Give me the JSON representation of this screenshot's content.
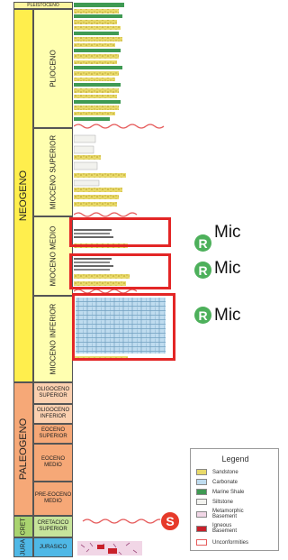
{
  "column": {
    "top_label": "PLEISTOCENO",
    "neogeno": "NEOGENO",
    "paleogeno": "PALEOGENO",
    "cret": "CRET",
    "jura": "JURA",
    "stages": {
      "plioceno": "PLIOCENO",
      "mioceno_superior": "MIOCENO SUPERIOR",
      "mioceno_medio": "MIOCENO MEDIO",
      "mioceno_inferior": "MIOCENO INFERIOR",
      "oligoceno_superior": "OLIGOCENO SUPERIOR",
      "oligoceno_inferior": "OLIGOCENO INFERIOR",
      "eoceno_superior": "EOCENO SUPERIOR",
      "eoceno_medio": "EOCENO MEDIO",
      "pre_eoceno_medio": "PRE-EOCENO MEDIO",
      "cretacico_superior": "CRETACICO SUPERIOR",
      "jurasico": "JURASICO"
    }
  },
  "reservoirs": [
    {
      "badge": "R",
      "label": "Mic"
    },
    {
      "badge": "R",
      "label": "Mic"
    },
    {
      "badge": "R",
      "label": "Mic"
    }
  ],
  "source_badge": "S",
  "legend": {
    "title": "Legend",
    "items": [
      {
        "label": "Sandstone"
      },
      {
        "label": "Carbonate"
      },
      {
        "label": "Marine Shale"
      },
      {
        "label": "Siltstone"
      },
      {
        "label": "Metamorphic Basement"
      },
      {
        "label": "Igneous Basement"
      },
      {
        "label": "Unconformities"
      }
    ]
  },
  "colors": {
    "neogene": "#ffee4d",
    "neogene_stage": "#ffffb0",
    "paleogene": "#f6a877",
    "cretaceous": "#a9d36f",
    "jurassic": "#4fb8e6",
    "reservoir_box": "#e32626",
    "reservoir_badge": "#4db05b",
    "source_badge": "#e63a2a",
    "sandstone": "#e8d96a",
    "marine_shale": "#3f9a53",
    "carbonate": "#a9cde6",
    "unconformity": "#e65c5c"
  }
}
